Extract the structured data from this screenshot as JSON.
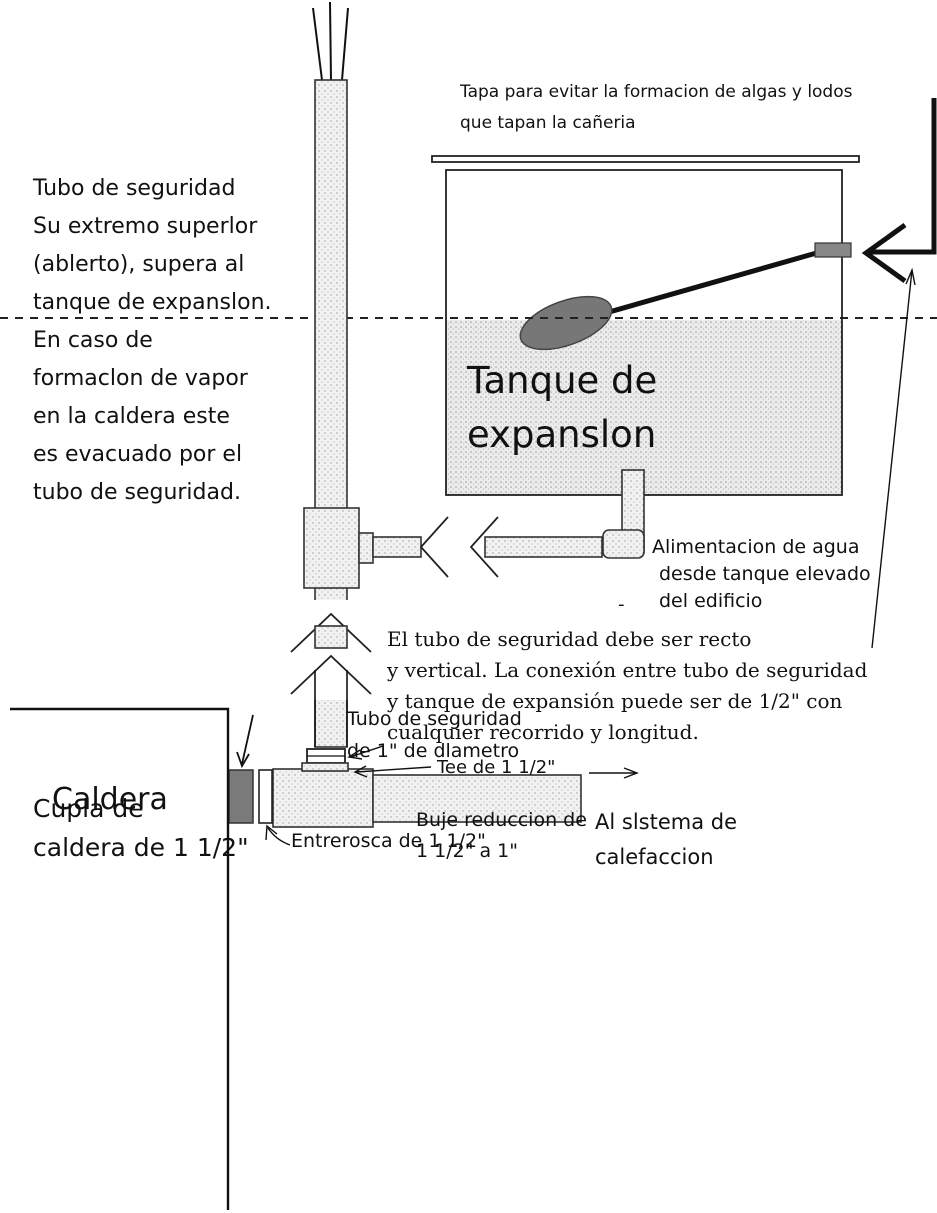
{
  "labels": {
    "tapa_line1": "Tapa para evitar la formacion de algas y lodos",
    "tapa_line2": "que tapan la cañeria",
    "safety_desc": [
      "Tubo de seguridad",
      "Su extremo superlor",
      "(ablerto), supera al",
      "tanque de expanslon.",
      "En caso de",
      "formaclon de vapor",
      "en la caldera este",
      "es evacuado por el",
      "tubo de seguridad."
    ],
    "tank_line1": "Tanque de",
    "tank_line2": "expanslon",
    "supply": [
      "Alimentacion de agua",
      "desde tanque elevado",
      "del edificio"
    ],
    "note": [
      "El tubo  de seguridad debe ser recto",
      "y vertical. La conexión entre tubo  de seguridad",
      "y tanque de expansión puede ser de 1/2\" con",
      "cualquier recorrido y longitud."
    ],
    "pipe_1in": [
      "Tubo de seguridad",
      "de 1\" de dlametro"
    ],
    "cupla": [
      "Cupla de",
      "caldera de 1 1/2\""
    ],
    "buje": [
      "Buje reduccion de",
      "1 1/2\" a 1\""
    ],
    "tee": "Tee de 1 1/2\"",
    "caldera": "Caldera",
    "entrerosca": "Entrerosca de 1 1/2\"",
    "al_sistema": [
      "Al slstema de",
      "calefaccion"
    ],
    "dash_mark": "-"
  }
}
